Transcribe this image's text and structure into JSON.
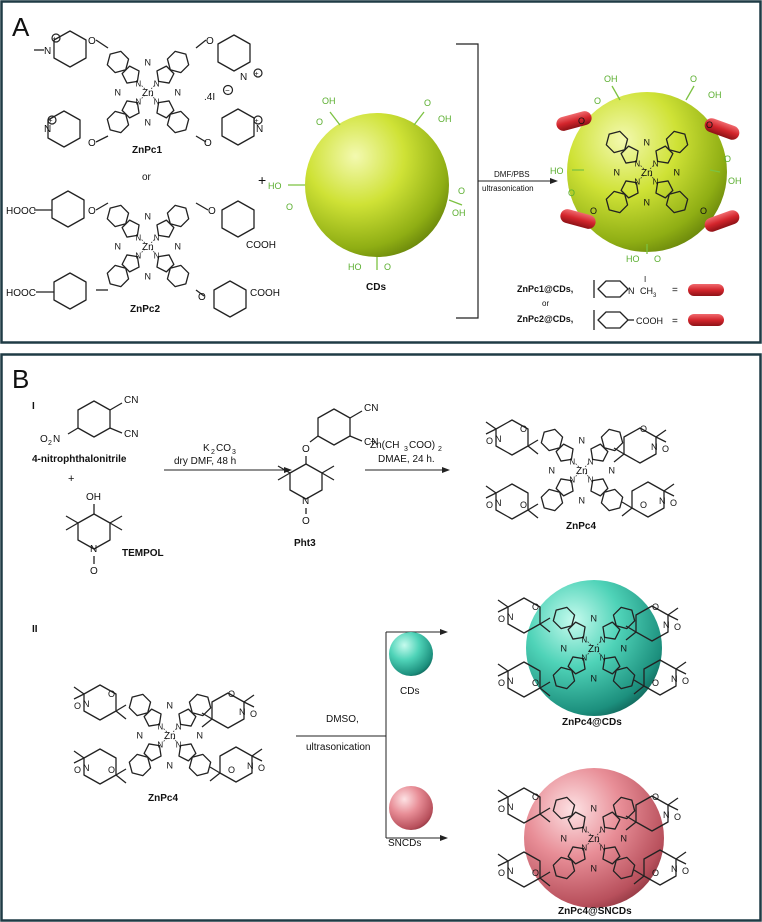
{
  "panel_a": {
    "letter": "A",
    "znpc1": {
      "name": "ZnPc1",
      "metal": "Zn",
      "aza_atom": "N",
      "ether_atom": "O",
      "counter_ion": ".4I",
      "minus_sign": "−",
      "plus_sign": "+"
    },
    "or_text": "or",
    "znpc2": {
      "name": "ZnPc2",
      "metal": "Zn",
      "aza_atom": "N",
      "ether_atom": "O",
      "cooh_right": "COOH",
      "cooh_left": "HOOC"
    },
    "plus": "+",
    "cds": {
      "label": "CDs",
      "oh": "OH",
      "ho": "HO",
      "o": "O"
    },
    "reaction": {
      "line1": "DMF/PBS",
      "line2": "ultrasonication"
    },
    "product": {
      "metal": "Zn",
      "aza_atom": "N",
      "ether_atom": "O",
      "oh": "OH",
      "ho": "HO",
      "o": "O"
    },
    "legend": {
      "row1_label": "ZnPc1@CDs,",
      "row1_group_n": "N",
      "row1_group_ch3": "CH",
      "row1_group_sub": "3",
      "row1_group_i": "I",
      "or_text": "or",
      "row2_label": "ZnPc2@CDs,",
      "row2_group": "COOH",
      "equals": "="
    }
  },
  "panel_b": {
    "letter": "B",
    "step1": {
      "roman": "I",
      "reactant1": "4-nitrophthalonitrile",
      "cn": "CN",
      "o2n": "O",
      "o2n_sub": "2",
      "o2n_n": "N",
      "plus": "+",
      "oh": "OH",
      "reactant2": "TEMPOL",
      "n_atom": "N",
      "o_dot": "O",
      "cond1_line1": "K",
      "cond1_sub": "2",
      "cond1_co3": "CO",
      "cond1_sub3": "3",
      "cond1_line2": "dry DMF, 48 h",
      "intermediate": "Pht3",
      "o_atom": "O",
      "cond2_line1": "Zn(CH",
      "cond2_sub3": "3",
      "cond2_coo": "COO)",
      "cond2_sub2": "2",
      "cond2_line2": "DMAE, 24 h.",
      "product": "ZnPc4",
      "metal": "Zn",
      "aza_atom": "N"
    },
    "step2": {
      "roman": "II",
      "reactant": "ZnPc4",
      "metal": "Zn",
      "aza_atom": "N",
      "o_atom": "O",
      "cond_line1": "DMSO,",
      "cond_line2": "ultrasonication",
      "cds_label": "CDs",
      "sncds_label": "SNCDs",
      "product1": "ZnPc4@CDs",
      "product2": "ZnPc4@SNCDs"
    }
  },
  "colors": {
    "panel_border": "#1f3b45",
    "cds_green": "#c5dc2e",
    "cooh_green": "#7cc242",
    "teal": "#3ec9b0",
    "pink": "#e0848e",
    "rod_red": "#cf2026"
  }
}
